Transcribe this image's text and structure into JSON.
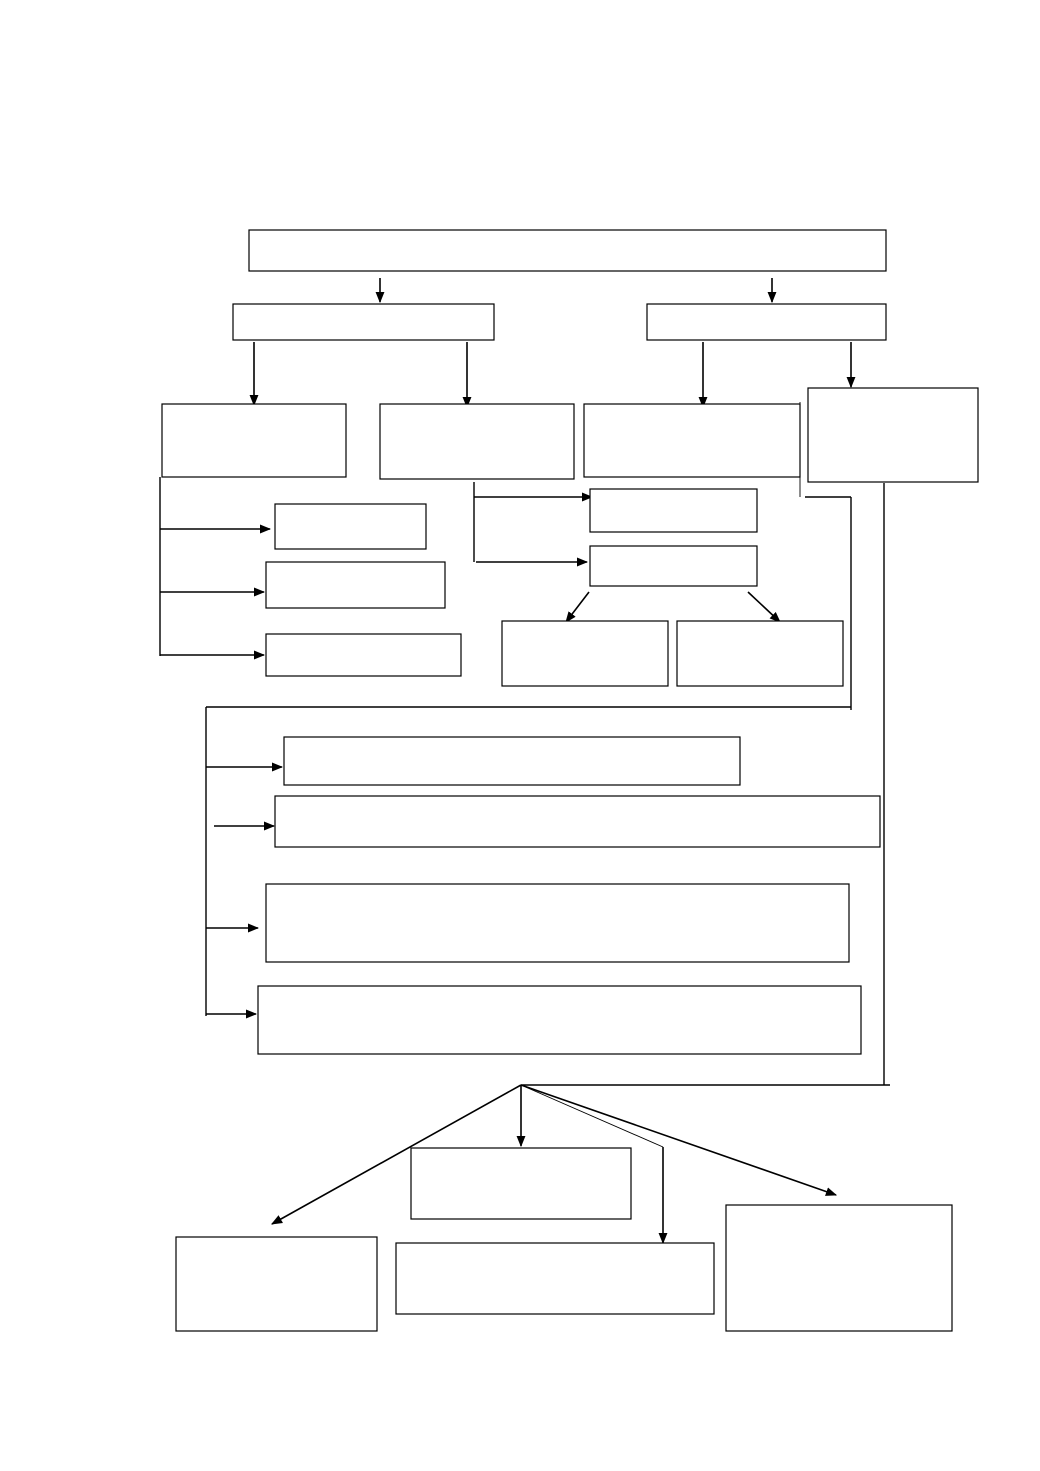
{
  "diagram": {
    "type": "flowchart",
    "colors": {
      "stroke": "#000000",
      "background": "#ffffff"
    },
    "boxes": [
      {
        "id": "root",
        "label": ""
      },
      {
        "id": "branch-left",
        "label": ""
      },
      {
        "id": "branch-right",
        "label": ""
      },
      {
        "id": "left-child-1",
        "label": ""
      },
      {
        "id": "left-child-2",
        "label": ""
      },
      {
        "id": "right-child-1",
        "label": ""
      },
      {
        "id": "right-child-2",
        "label": ""
      },
      {
        "id": "sub-a1",
        "label": ""
      },
      {
        "id": "sub-a2",
        "label": ""
      },
      {
        "id": "sub-a3",
        "label": ""
      },
      {
        "id": "sub-b1",
        "label": ""
      },
      {
        "id": "sub-b2",
        "label": ""
      },
      {
        "id": "sub-b2-left",
        "label": ""
      },
      {
        "id": "sub-b2-right",
        "label": ""
      },
      {
        "id": "wide-1",
        "label": ""
      },
      {
        "id": "wide-2",
        "label": ""
      },
      {
        "id": "wide-3",
        "label": ""
      },
      {
        "id": "wide-4",
        "label": ""
      },
      {
        "id": "outcome-1",
        "label": ""
      },
      {
        "id": "outcome-2",
        "label": ""
      },
      {
        "id": "outcome-3",
        "label": ""
      },
      {
        "id": "outcome-4",
        "label": ""
      }
    ]
  }
}
